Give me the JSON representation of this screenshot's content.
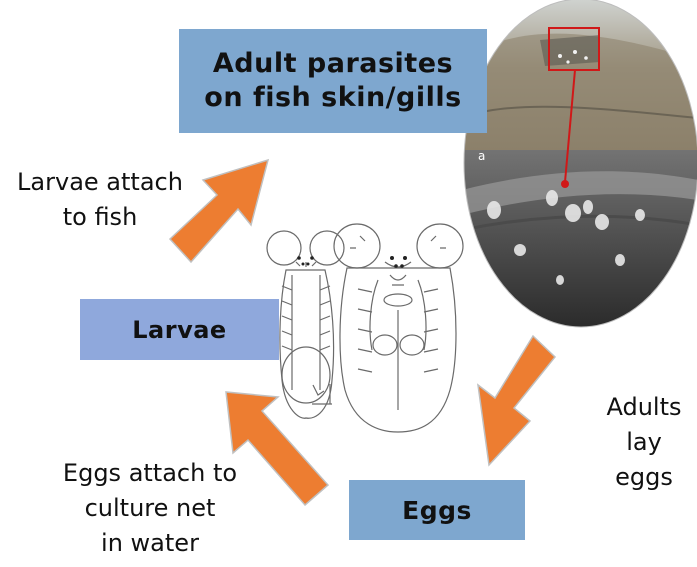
{
  "stages": {
    "adult": "Adult parasites\non fish skin/gills",
    "larvae": "Larvae",
    "eggs": "Eggs"
  },
  "transitions": {
    "larvae_to_adult": "Larvae attach\nto fish",
    "adult_to_eggs": "Adults lay\neggs",
    "eggs_to_larvae": "Eggs attach to\nculture net\nin water"
  },
  "photo": {
    "panel_label": "a"
  },
  "colors": {
    "stage_box": "#7ea7cf",
    "larvae_box": "#8fa8dc",
    "arrow": "#ed7d31",
    "arrow_outline": "#c0c0c0"
  }
}
